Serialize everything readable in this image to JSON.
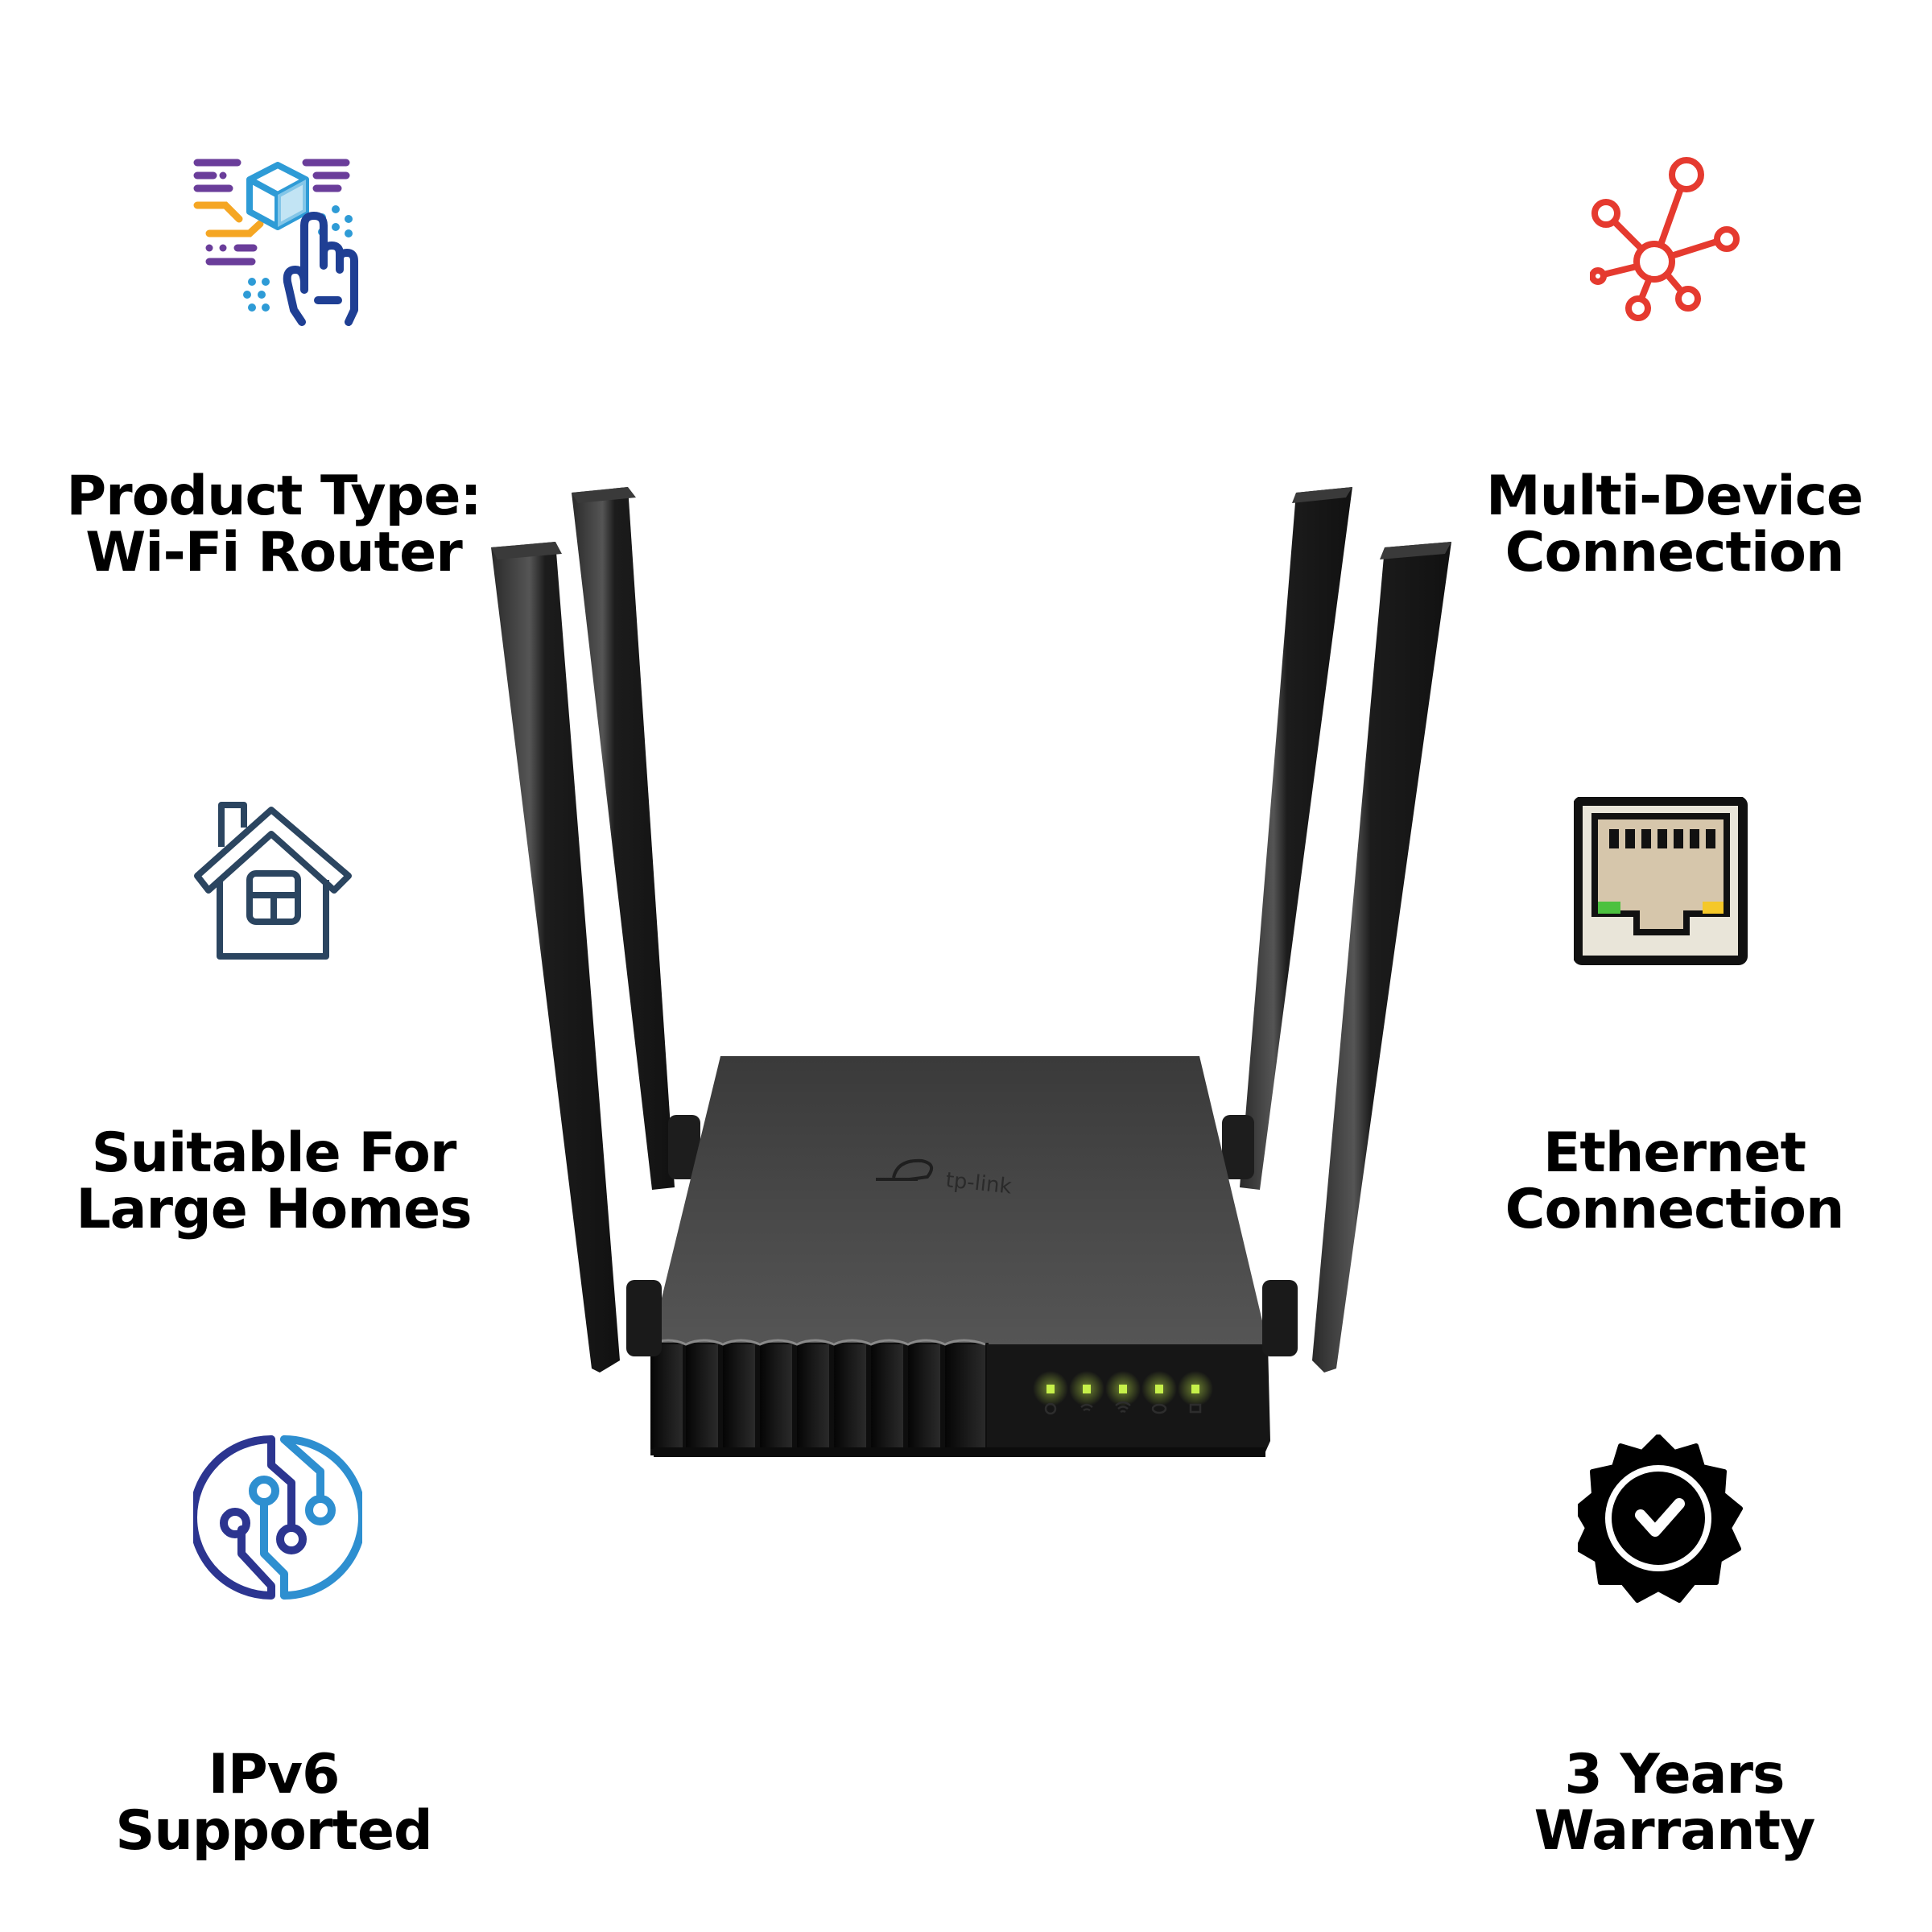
{
  "features": {
    "left": [
      {
        "icon": "product-type-icon",
        "line1": "Product Type:",
        "line2": "Wi-Fi Router"
      },
      {
        "icon": "house-icon",
        "line1": "Suitable For",
        "line2": "Large Homes"
      },
      {
        "icon": "ipv6-circuit-icon",
        "line1": "IPv6",
        "line2": "Supported"
      }
    ],
    "right": [
      {
        "icon": "network-nodes-icon",
        "line1": "Multi-Device",
        "line2": "Connection"
      },
      {
        "icon": "ethernet-port-icon",
        "line1": "Ethernet",
        "line2": "Connection"
      },
      {
        "icon": "warranty-badge-icon",
        "line1": "3 Years",
        "line2": "Warranty"
      }
    ]
  },
  "router": {
    "brand_logo": "tp-link",
    "antenna_count": 4,
    "led_count": 5,
    "led_icons": [
      "power-icon",
      "wifi-2g-icon",
      "wifi-5g-icon",
      "internet-icon",
      "lan-icon"
    ]
  },
  "colors": {
    "text": "#000000",
    "purple": "#6a3d9a",
    "orange": "#f5a623",
    "light_blue": "#2e9bd6",
    "navy": "#1f3f94",
    "red": "#e53a2f",
    "house_slate": "#2b4560",
    "led_green": "#c6f04a",
    "router_body": "#1a1a1a",
    "router_top": "#4a4a4a"
  }
}
